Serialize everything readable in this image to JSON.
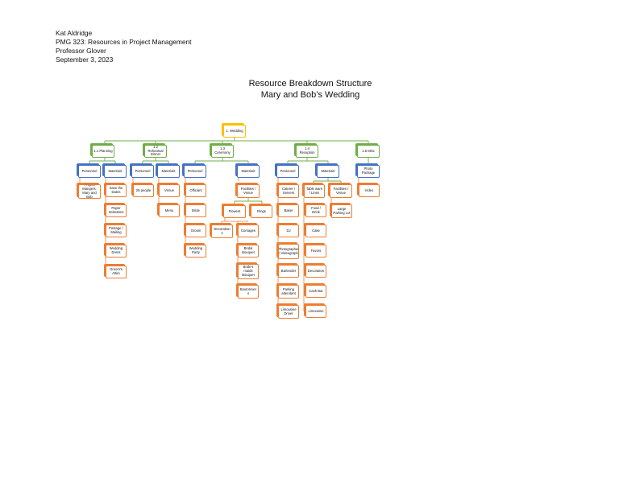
{
  "header": {
    "name": "Kat Aldridge",
    "course": "PMG 323: Resources in Project Management",
    "professor": "Professor Glover",
    "date": "September 3, 2023"
  },
  "title": {
    "line1": "Resource Breakdown Structure",
    "line2": "Mary and Bob’s Wedding"
  },
  "colors": {
    "root": "#FFC000",
    "level1": "#70AD47",
    "level2": "#4472C4",
    "leaf": "#ED7D31",
    "connector": "#70AD47"
  },
  "wbs": {
    "root": "1. Wedding",
    "planning": {
      "label": "1.1 Planning",
      "personnel": {
        "label": "Personnel",
        "items": [
          "Project Mangers: Mary and Bob"
        ]
      },
      "materials": {
        "label": "Materials",
        "items": [
          "Save the Dates",
          "Paper Invitations",
          "Postage / Mailing",
          "Wedding Dress",
          "Groom's Attire"
        ]
      }
    },
    "rehearsal": {
      "label": "1.2 Rehearsal Dinner",
      "personnel": {
        "label": "Personnel",
        "items": [
          "25 people"
        ]
      },
      "materials": {
        "label": "Materials",
        "items": [
          "Venue",
          "Menu"
        ]
      }
    },
    "ceremony": {
      "label": "1.3 Ceremony",
      "personnel": {
        "label": "Personnel",
        "items": [
          "Officiant",
          "Bride",
          "Groom",
          "Wedding Party"
        ]
      },
      "materials": {
        "label": "Materials",
        "facilities": "Facilities / Venue",
        "flowers": {
          "label": "Flowers",
          "items": [
            "Decoration s",
            "Corsages",
            "Bridal Bouquet",
            "Bride's maids Bouquet",
            "Boutonnier s"
          ]
        },
        "rings": "Rings"
      }
    },
    "reception": {
      "label": "1.4 Reception",
      "personnel": {
        "label": "Personnel",
        "items": [
          "Caterer / Servers",
          "Baker",
          "DJ",
          "Photographer / Videograph",
          "Bartender",
          "Parking attendant",
          "Limousine Driver"
        ]
      },
      "materials": {
        "label": "Materials",
        "supplies": {
          "label": "Table ware / Linen",
          "items": [
            "Food / Drink",
            "Cake",
            "Favors",
            "Decoration",
            "Cash Bar",
            "Limousine"
          ]
        },
        "facilities": {
          "label": "Facilities / Venue",
          "items": [
            "Large Parking Lot"
          ]
        }
      }
    },
    "misc": {
      "label": "1.5 Misc",
      "personnel": {
        "label": "Photo Package",
        "items": [
          "Video"
        ]
      }
    }
  }
}
